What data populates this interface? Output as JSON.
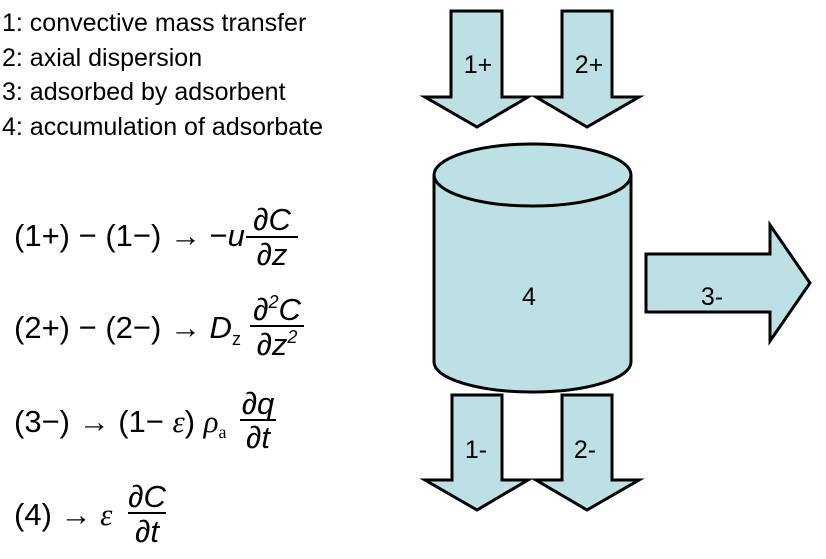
{
  "legend": [
    "1: convective mass transfer",
    "2: axial dispersion",
    "3: adsorbed by adsorbent",
    "4: accumulation of adsorbate"
  ],
  "diagram": {
    "fill_color": "#bde0e4",
    "arrow_in_1": "1+",
    "arrow_in_2": "2+",
    "column": "4",
    "arrow_out_side": "3-",
    "arrow_out_1": "1-",
    "arrow_out_2": "2-"
  },
  "equations": [
    {
      "lhs": "(1+) − (1−) → −",
      "var": "u",
      "sub": "",
      "num": "∂C",
      "num_sup": "",
      "den": "∂z",
      "den_sup": ""
    },
    {
      "lhs": "(2+) − (2−) → ",
      "var": "D",
      "sub": "z",
      "num": "∂",
      "num_sup": "2",
      "num_tail": "C",
      "den": "∂z",
      "den_sup": "2"
    },
    {
      "lhs": "(3−) → (1− ",
      "var": "ε",
      "mid": ") ",
      "var2": "ρ",
      "sub": "a",
      "num": "∂q",
      "den": "∂t"
    },
    {
      "lhs": "(4) → ",
      "var": "ε",
      "num": "∂C",
      "den": "∂t"
    }
  ]
}
